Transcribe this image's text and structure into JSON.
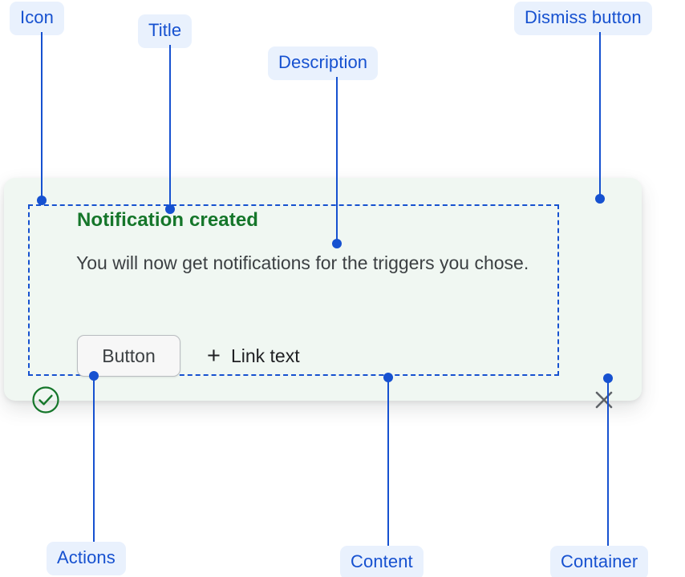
{
  "annotations": [
    {
      "key": "icon",
      "label": "Icon"
    },
    {
      "key": "title",
      "label": "Title"
    },
    {
      "key": "desc",
      "label": "Description"
    },
    {
      "key": "dismiss",
      "label": "Dismiss button"
    },
    {
      "key": "actions",
      "label": "Actions"
    },
    {
      "key": "content",
      "label": "Content"
    },
    {
      "key": "container",
      "label": "Container"
    }
  ],
  "notification": {
    "status_icon": "check-circle-icon",
    "title": "Notification created",
    "description": "You will now get notifications for the triggers you chose.",
    "actions": {
      "button_label": "Button",
      "link_plus": "+",
      "link_label": "Link text"
    },
    "dismiss_icon": "close-icon"
  },
  "colors": {
    "annotation_blue": "#1651d0",
    "annotation_chip_bg": "#e9f1fd",
    "card_bg": "#f0f7f2",
    "card_border": "#dbeade",
    "success_green": "#15762a",
    "body_text": "#3c4043",
    "dismiss_gray": "#5f6368"
  }
}
